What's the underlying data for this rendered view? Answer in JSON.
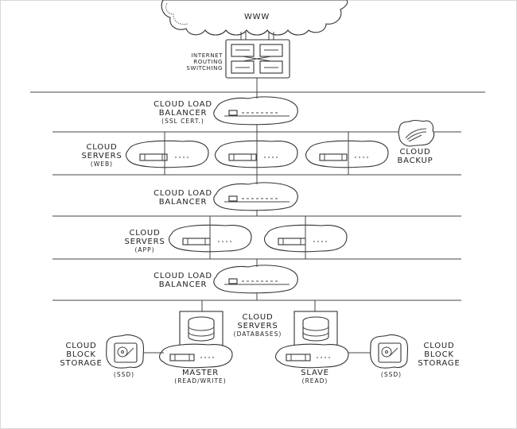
{
  "cloud": {
    "label": "WWW"
  },
  "routing": {
    "lines": [
      "INTERNET",
      "ROUTING",
      "SWITCHING"
    ]
  },
  "lb1": {
    "lines": [
      "CLOUD LOAD",
      "BALANCER"
    ],
    "sub": "(SSL CERT.)"
  },
  "web": {
    "lines": [
      "CLOUD",
      "SERVERS"
    ],
    "sub": "(WEB)"
  },
  "backup": {
    "lines": [
      "CLOUD",
      "BACKUP"
    ]
  },
  "lb2": {
    "lines": [
      "CLOUD LOAD",
      "BALANCER"
    ]
  },
  "app": {
    "lines": [
      "CLOUD",
      "SERVERS"
    ],
    "sub": "(APP)"
  },
  "lb3": {
    "lines": [
      "CLOUD LOAD",
      "BALANCER"
    ]
  },
  "db": {
    "lines": [
      "CLOUD",
      "SERVERS"
    ],
    "sub": "(DATABASES)"
  },
  "master": {
    "label": "MASTER",
    "sub": "(READ/WRITE)"
  },
  "slave": {
    "label": "SLAVE",
    "sub": "(READ)"
  },
  "storage_left": {
    "lines": [
      "CLOUD",
      "BLOCK",
      "STORAGE"
    ],
    "sub": "(SSD)"
  },
  "storage_right": {
    "lines": [
      "CLOUD",
      "BLOCK",
      "STORAGE"
    ],
    "sub": "(SSD)"
  }
}
